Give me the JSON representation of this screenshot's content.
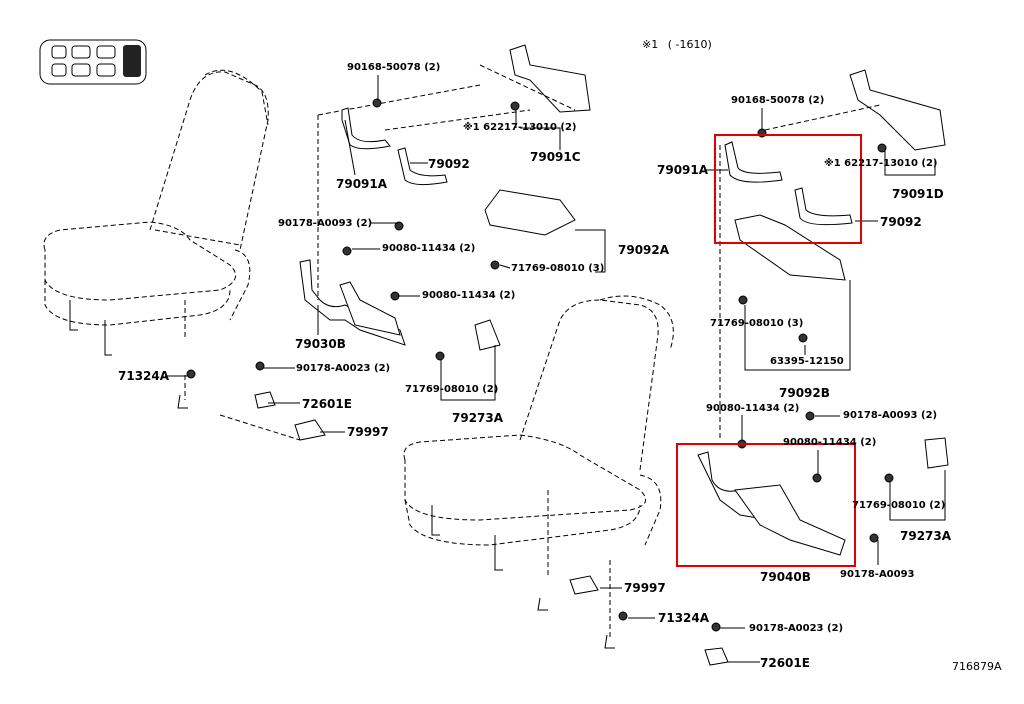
{
  "note": {
    "mark": "※1",
    "text": "( -1610)"
  },
  "figure_id": "716879A",
  "labels": [
    "90168-50078 (2)",
    "62217-13010 (2)",
    "79091C",
    "79092",
    "79091A",
    "90178-A0093 (2)",
    "90080-11434 (2)",
    "79092A",
    "71769-08010 (3)",
    "90080-11434 (2)",
    "79030B",
    "71324A",
    "90178-A0023 (2)",
    "72601E",
    "79997",
    "71769-08010 (2)",
    "79273A",
    "90168-50078 (2)",
    "62217-13010 (2)",
    "79091D",
    "79091A",
    "79092",
    "71769-08010 (3)",
    "63395-12150",
    "79092B",
    "90080-11434 (2)",
    "90178-A0093 (2)",
    "90080-11434 (2)",
    "71769-08010 (2)",
    "79273A",
    "79040B",
    "90178-A0093",
    "79997",
    "71324A",
    "90178-A0023 (2)",
    "72601E"
  ],
  "marks": {
    "ref": "※1"
  }
}
